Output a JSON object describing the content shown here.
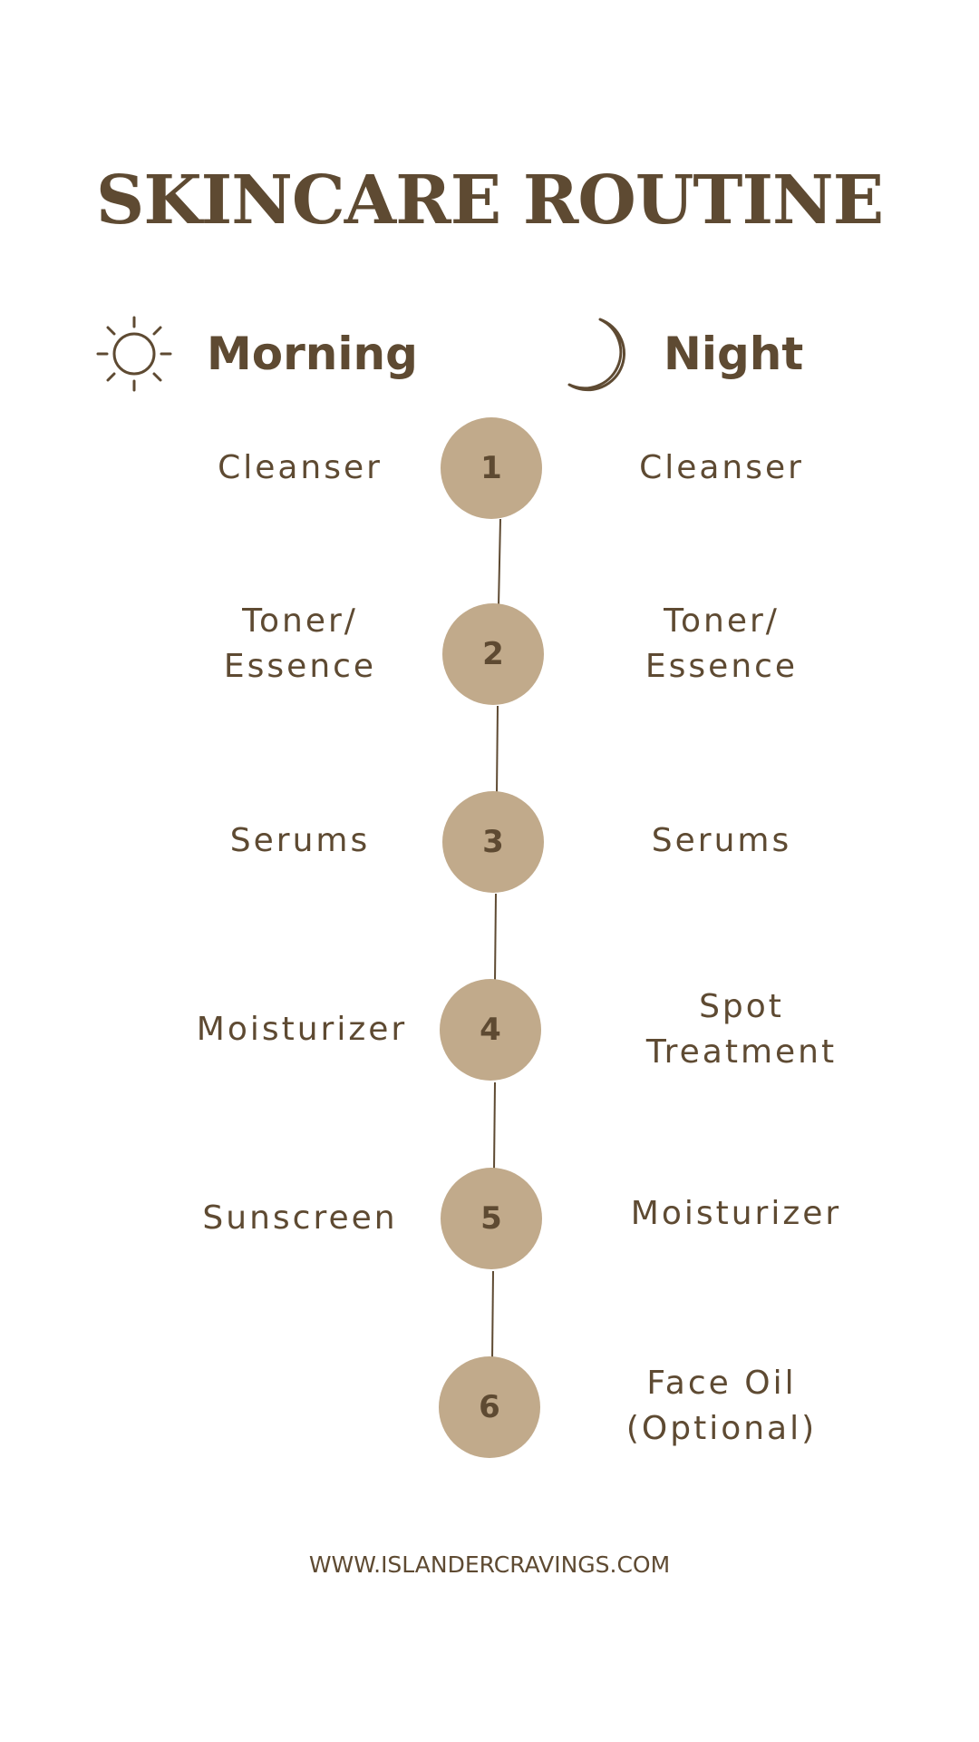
{
  "title": "SKINCARE ROUTINE",
  "morning": {
    "label": "Morning",
    "icon": "sun-icon",
    "items": [
      "Cleanser",
      "Toner/\nEssence",
      "Serums",
      "Moisturizer",
      "Sunscreen"
    ]
  },
  "night": {
    "label": "Night",
    "icon": "moon-icon",
    "items": [
      "Cleanser",
      "Toner/\nEssence",
      "Serums",
      "Spot Treatment",
      "Moisturizer",
      "Face Oil\n(Optional)"
    ]
  },
  "steps": [
    "1",
    "2",
    "3",
    "4",
    "5",
    "6"
  ],
  "footer": "WWW.ISLANDERCRAVINGS.COM",
  "colors": {
    "text": "#5e4a32",
    "circle": "#c1aa8b",
    "background": "#ffffff"
  }
}
